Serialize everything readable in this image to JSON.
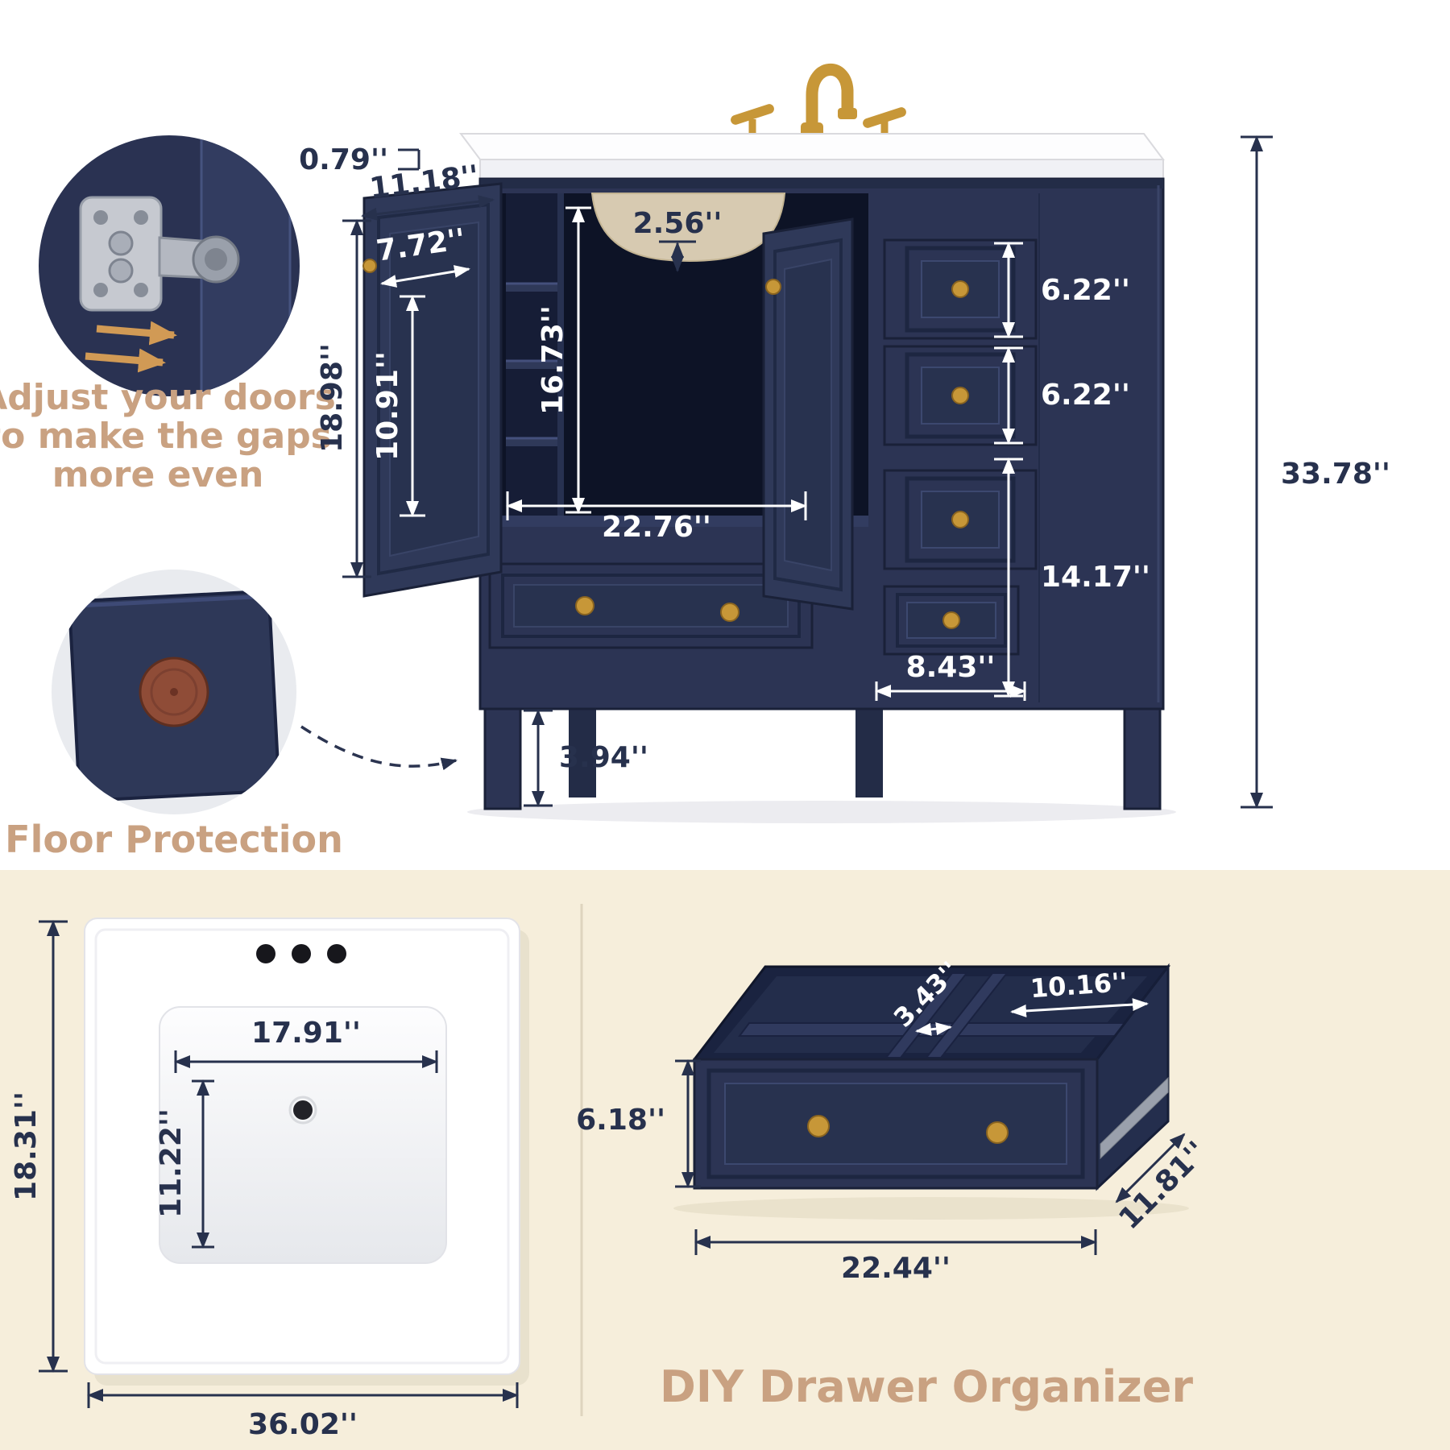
{
  "palette": {
    "navy": "#2c3454",
    "navy_dark": "#1a2138",
    "interior": "#0d1326",
    "gold": "#c79738",
    "tan_text": "#c9a181",
    "cream_bg": "#f6eedb",
    "dim_text_dark": "#27314d",
    "dim_text_light": "#ffffff"
  },
  "callouts": {
    "hinge": {
      "line1": "Adjust your doors",
      "line2": "to make the gaps",
      "line3": "more even"
    },
    "floor": {
      "label": "Floor Protection"
    }
  },
  "vanity": {
    "counter_thickness": "0.79''",
    "door_width": "11.18''",
    "shelf_depth": "7.72''",
    "sink_recess_depth": "2.56''",
    "door_height": "18.98''",
    "shelf_opening_height": "10.91''",
    "cavity_height": "16.73''",
    "cavity_width": "22.76''",
    "top_drawer_height": "6.22''",
    "middle_drawer_height": "6.22''",
    "overall_height": "33.78''",
    "lower_section_height": "14.17''",
    "small_drawer_width": "8.43''",
    "leg_height": "3.94''"
  },
  "sink_top": {
    "basin_width": "17.91''",
    "basin_depth": "11.22''",
    "overall_depth": "18.31''",
    "overall_width": "36.02''"
  },
  "drawer_organizer": {
    "title": "DIY Drawer Organizer",
    "front_height": "6.18''",
    "slot_width": "3.43''",
    "compartment_length": "10.16''",
    "width": "22.44''",
    "depth": "11.81''"
  }
}
